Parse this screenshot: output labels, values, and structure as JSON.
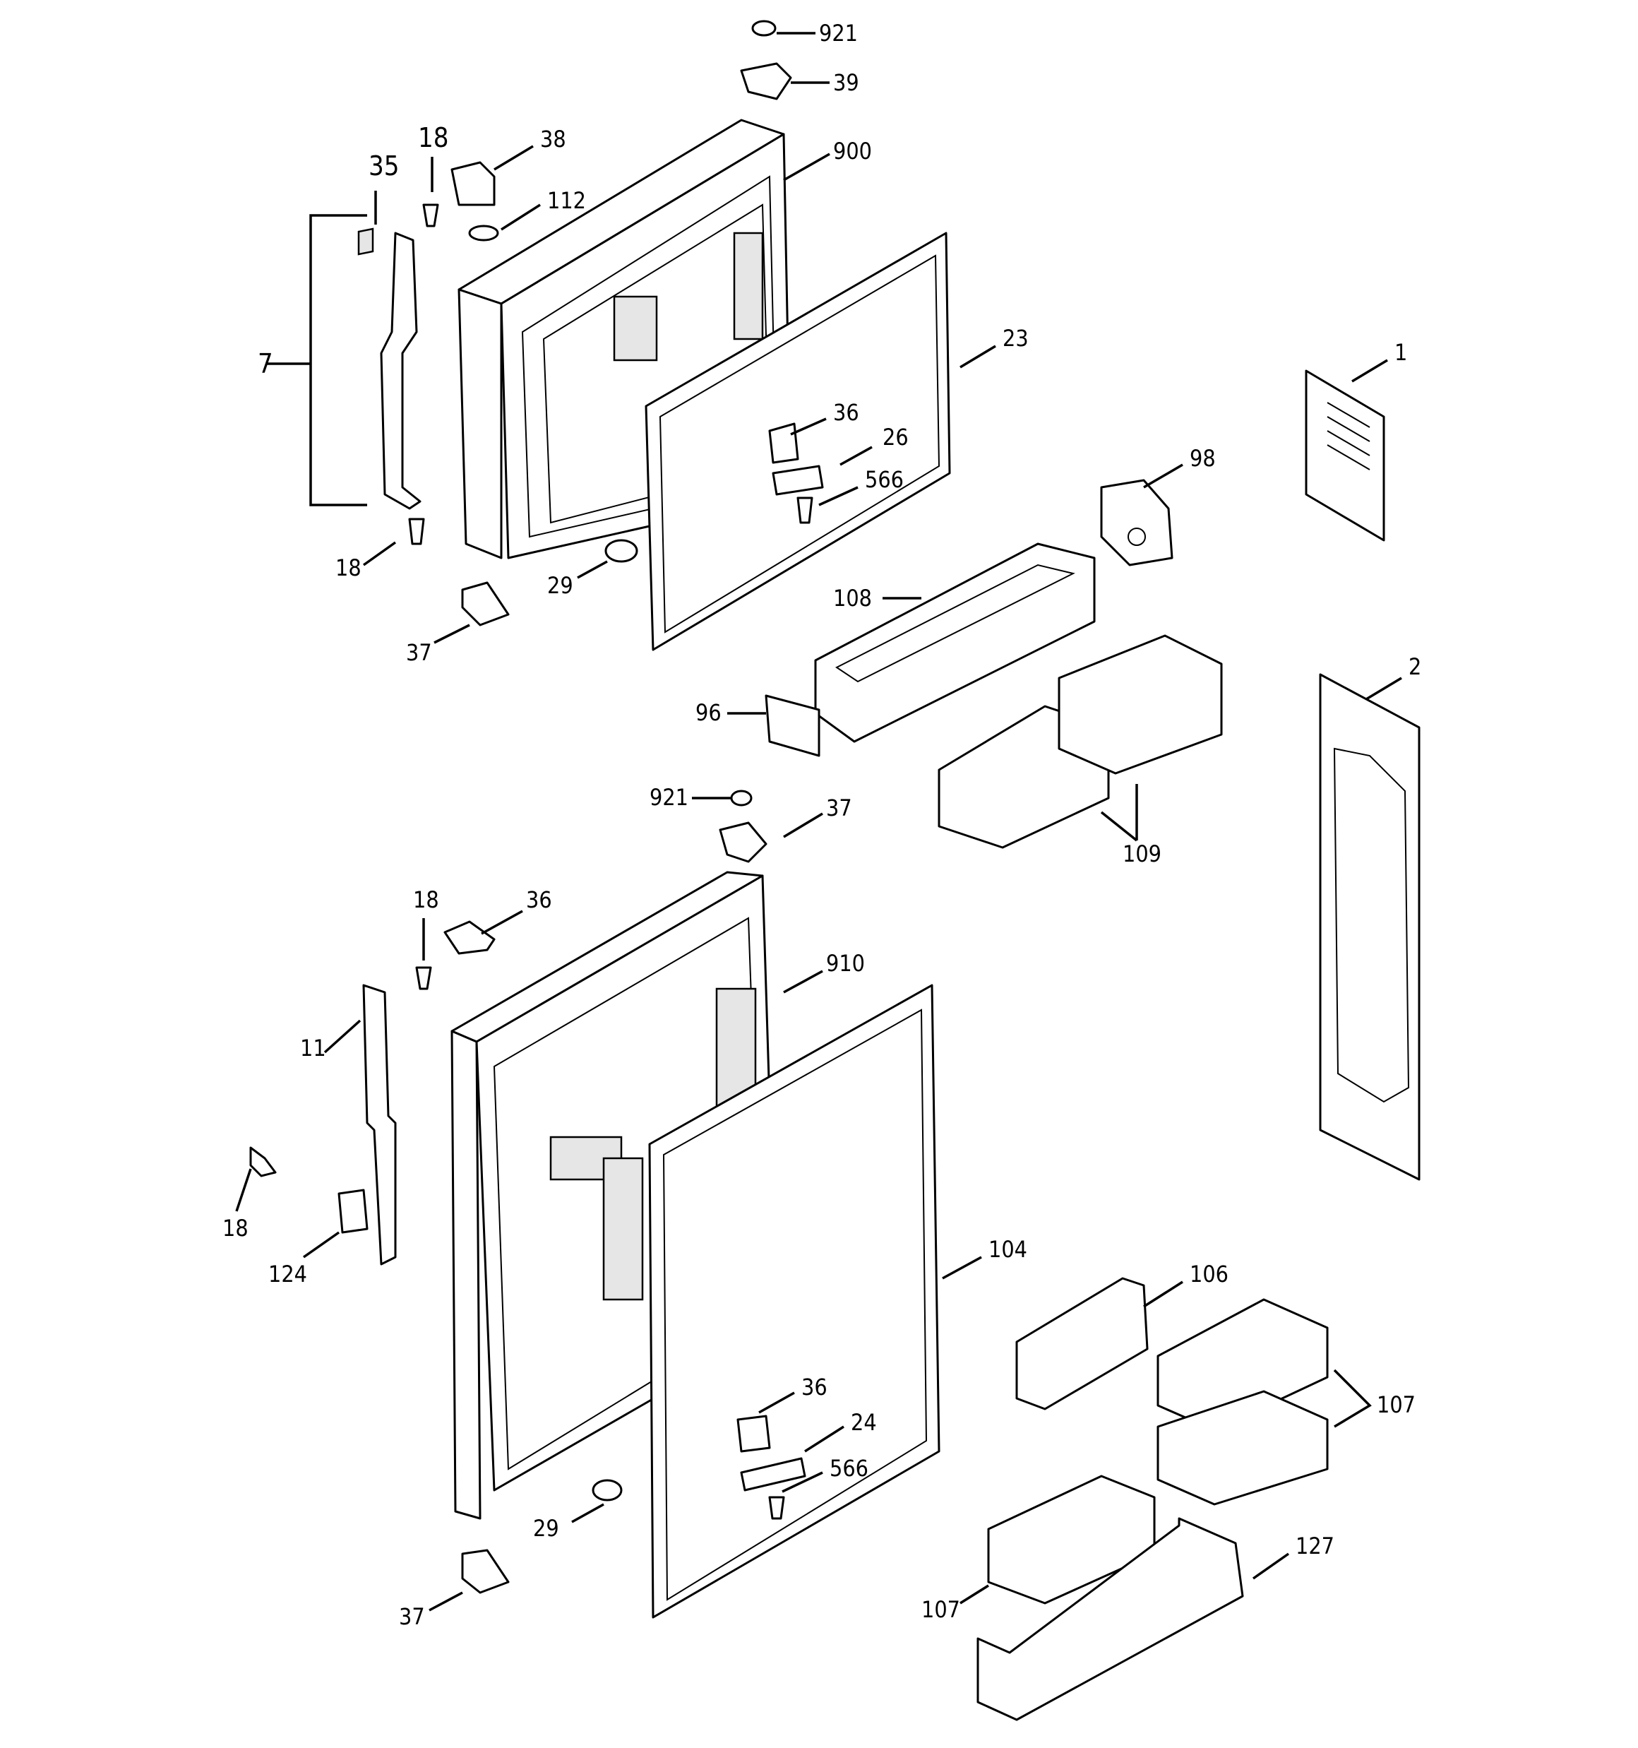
{
  "callouts": {
    "c921_top": "921",
    "c39": "39",
    "c38": "38",
    "c900": "900",
    "c18_a": "18",
    "c35": "35",
    "c112": "112",
    "c7": "7",
    "c23": "23",
    "c1": "1",
    "c36_a": "36",
    "c26": "26",
    "c566_a": "566",
    "c98": "98",
    "c18_b": "18",
    "c29_a": "29",
    "c108": "108",
    "c37_a": "37",
    "c96": "96",
    "c2": "2",
    "c921_mid": "921",
    "c37_b": "37",
    "c109": "109",
    "c18_c": "18",
    "c36_b": "36",
    "c910": "910",
    "c11": "11",
    "c18_d": "18",
    "c124": "124",
    "c104": "104",
    "c106": "106",
    "c107_a": "107",
    "c36_c": "36",
    "c24": "24",
    "c566_b": "566",
    "c29_b": "29",
    "c37_c": "37",
    "c127": "127",
    "c107_b": "107"
  },
  "colors": {
    "line": "#000000",
    "background": "#ffffff",
    "shade": "#e6e6e6"
  }
}
